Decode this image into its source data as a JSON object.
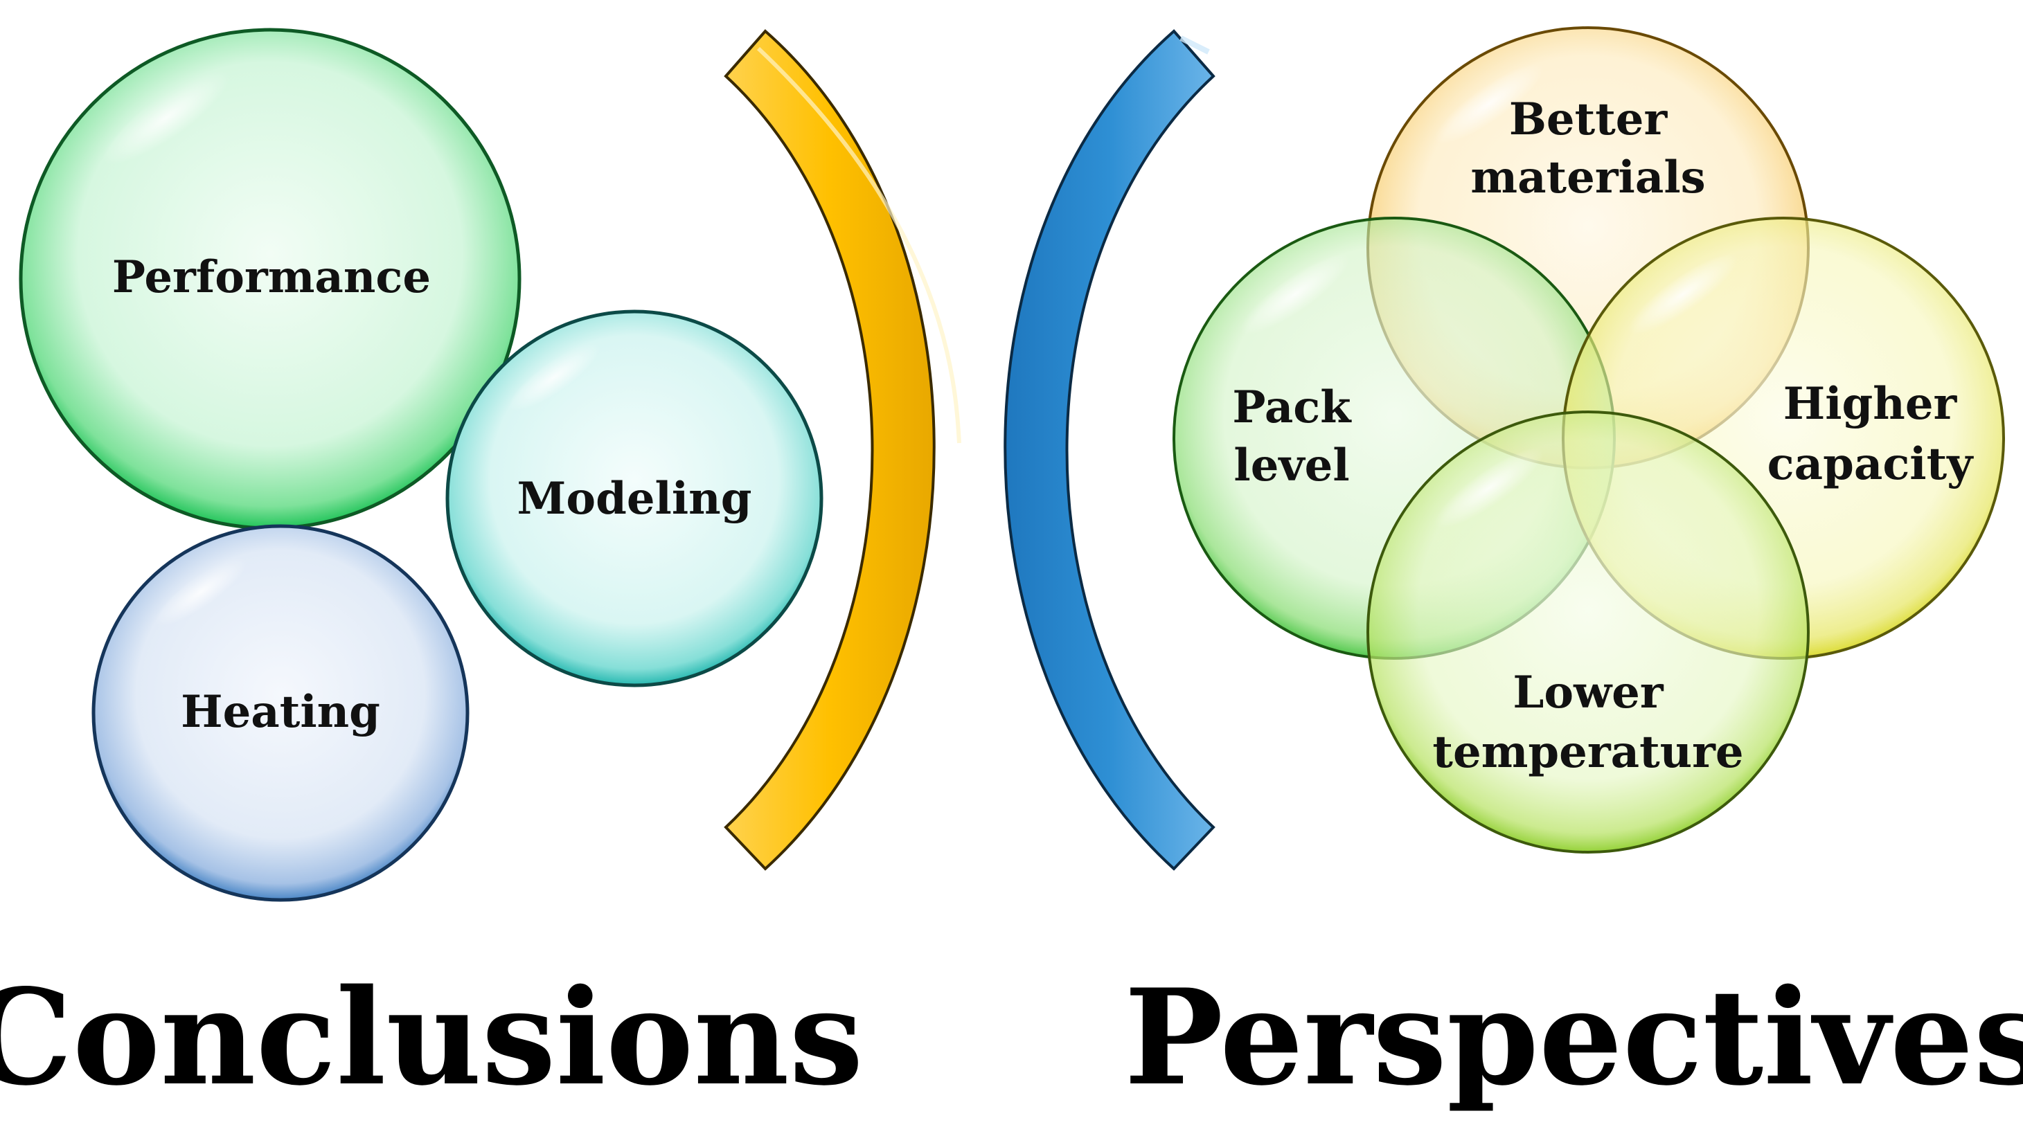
{
  "colors": {
    "performance": "#22c45a",
    "modeling": "#26b8b0",
    "heating": "#4a86c6",
    "bracket_left": "#ffc000",
    "bracket_right": "#2e8fd4",
    "better_materials": "#f5b430",
    "higher_capacity": "#d8d820",
    "pack_level": "#3fc23a",
    "lower_temperature": "#88cc22"
  },
  "conclusions": {
    "title": "Conclusions",
    "items": [
      {
        "key": "performance",
        "label": "Performance"
      },
      {
        "key": "modeling",
        "label": "Modeling"
      },
      {
        "key": "heating",
        "label": "Heating"
      }
    ]
  },
  "perspectives": {
    "title": "Perspectives",
    "items": [
      {
        "key": "better_materials",
        "lines": [
          "Better",
          "materials"
        ]
      },
      {
        "key": "pack_level",
        "lines": [
          "Pack",
          "level"
        ]
      },
      {
        "key": "higher_capacity",
        "lines": [
          "Higher",
          "capacity"
        ]
      },
      {
        "key": "lower_temperature",
        "lines": [
          "Lower",
          "temperature"
        ]
      }
    ]
  }
}
